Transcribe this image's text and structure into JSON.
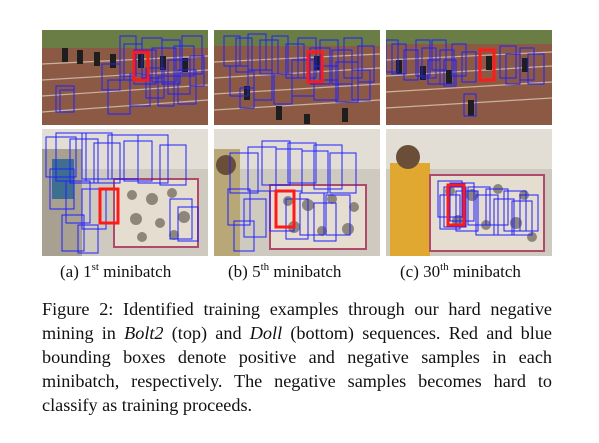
{
  "figure": {
    "subcaptions": [
      {
        "prefix": "(a) 1",
        "sup": "st",
        "suffix": " minibatch"
      },
      {
        "prefix": "(b) 5",
        "sup": "th",
        "suffix": " minibatch"
      },
      {
        "prefix": "(c) 30",
        "sup": "th",
        "suffix": " minibatch"
      }
    ],
    "caption": {
      "label": "Figure 2:",
      "text_1": " Identified training examples through our hard negative mining in ",
      "seq_1": "Bolt2",
      "text_2": " (top) and ",
      "seq_2": "Doll",
      "text_3": " (bottom) sequences. Red and blue bounding boxes denote positive and negative samples in each minibatch, respectively. The negative samples becomes hard to classify as training proceeds."
    }
  },
  "colors": {
    "positive_box": "#ff1a1a",
    "negative_box": "#1a1aff",
    "track": "#9a6a52",
    "grass": "#6c8a4a",
    "wall": "#d8d4cc"
  }
}
